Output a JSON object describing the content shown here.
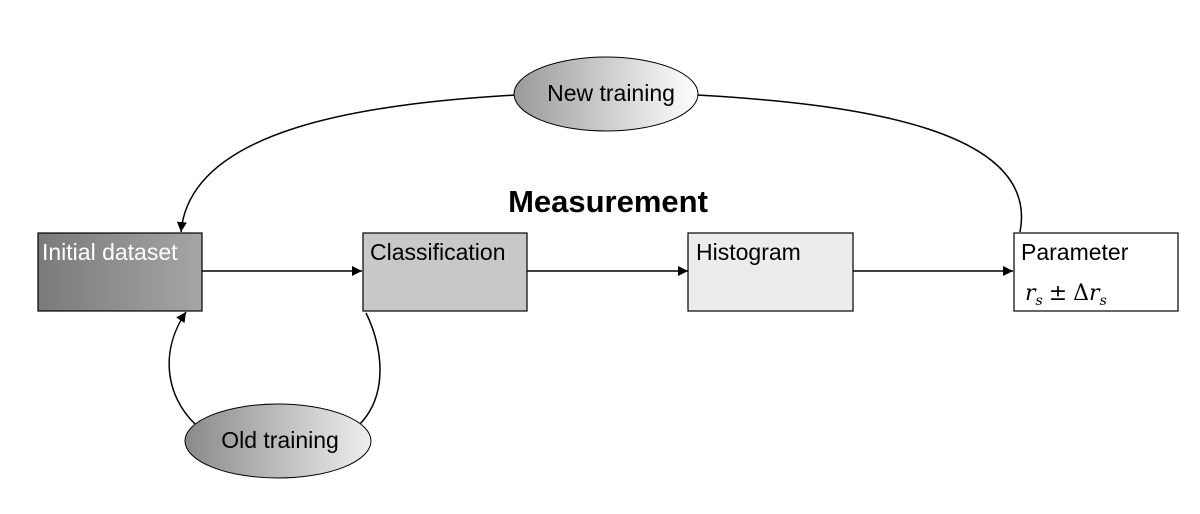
{
  "title": "Measurement",
  "boxes": {
    "initial": "Initial dataset",
    "classification": "Classification",
    "histogram": "Histogram",
    "parameter": "Parameter"
  },
  "formula": {
    "r": "r",
    "sub": "s",
    "pm": "±",
    "delta": "Δ"
  },
  "ellipses": {
    "new": "New training",
    "old": "Old training"
  },
  "colors": {
    "initial_fill": "#8c8c8c",
    "classification_fill": "#c8c8c8",
    "histogram_fill": "#ececec",
    "parameter_fill": "#ffffff"
  }
}
